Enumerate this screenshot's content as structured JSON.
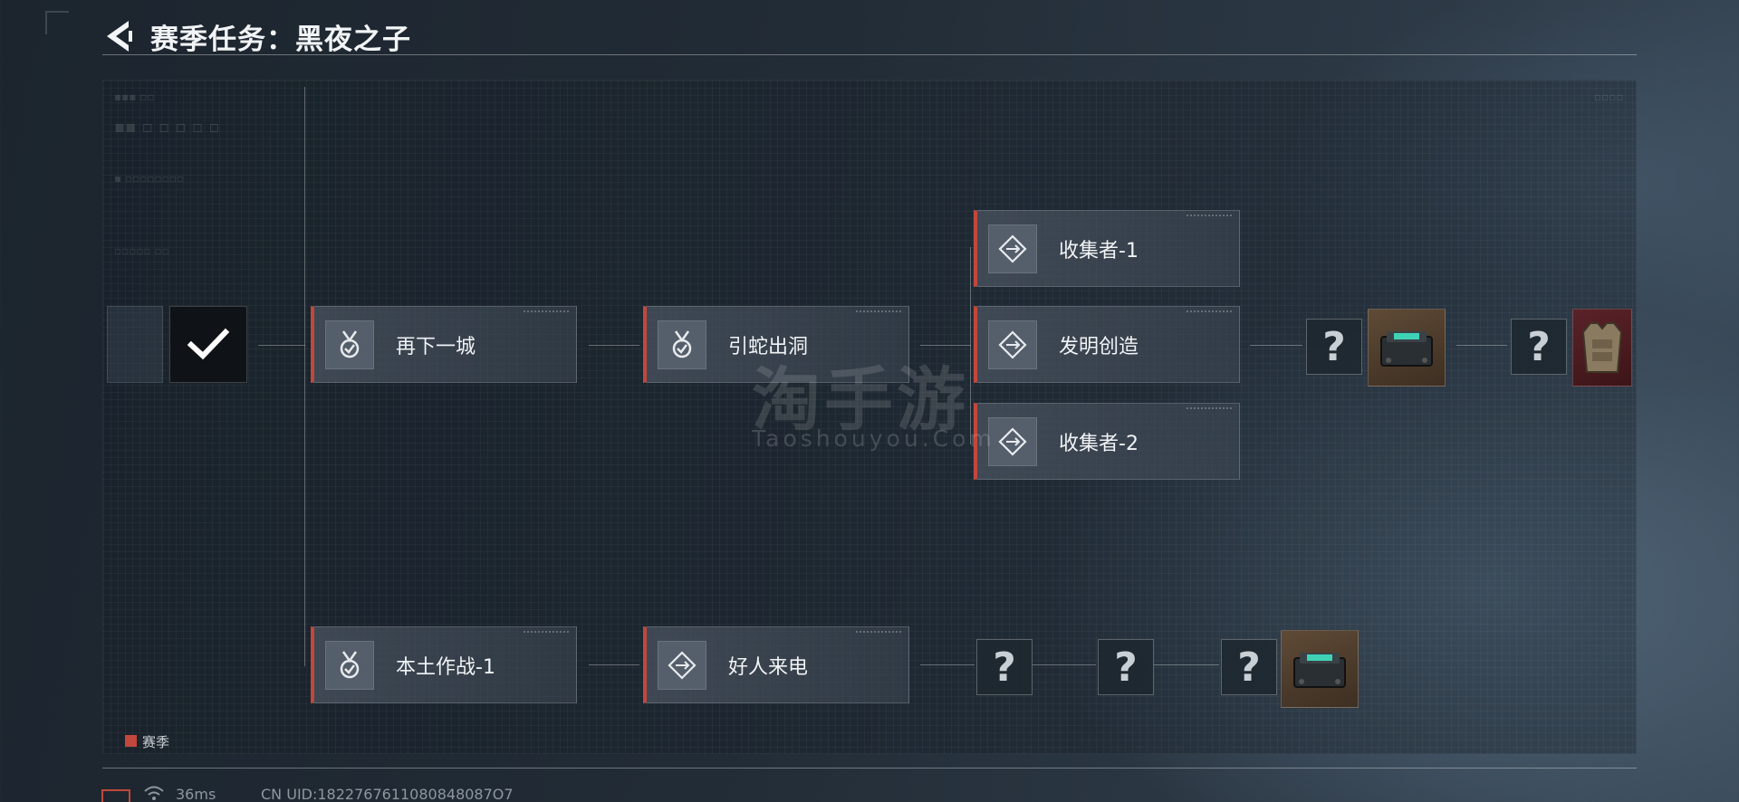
{
  "header": {
    "title": "赛季任务：黑夜之子"
  },
  "quests": {
    "zaixia_yicheng": {
      "label": "再下一城",
      "icon": "medal-icon"
    },
    "yinshe_chudong": {
      "label": "引蛇出洞",
      "icon": "medal-icon"
    },
    "shoujizhe_1": {
      "label": "收集者-1",
      "icon": "diamond-arrows-icon"
    },
    "faming_chuangzao": {
      "label": "发明创造",
      "icon": "diamond-arrows-icon"
    },
    "shoujizhe_2": {
      "label": "收集者-2",
      "icon": "diamond-arrows-icon"
    },
    "bentu_zuozhan_1": {
      "label": "本土作战-1",
      "icon": "medal-icon"
    },
    "haoren_laidian": {
      "label": "好人来电",
      "icon": "diamond-arrows-icon"
    }
  },
  "unknown_mark": "?",
  "rewards": {
    "upper_case_icon": "supply-case-icon",
    "upper_armor_icon": "body-armor-icon",
    "lower_case_icon": "supply-case-icon"
  },
  "watermark": {
    "cn": "淘手游",
    "en": "Taoshouyou.Com"
  },
  "legend": {
    "label": "赛季",
    "color": "#c2473c"
  },
  "footer": {
    "ping": "36ms",
    "uid": "CN UID:1822767611080848087O7"
  },
  "colors": {
    "accent": "#c2473c",
    "card_bg": "#4a5460"
  }
}
